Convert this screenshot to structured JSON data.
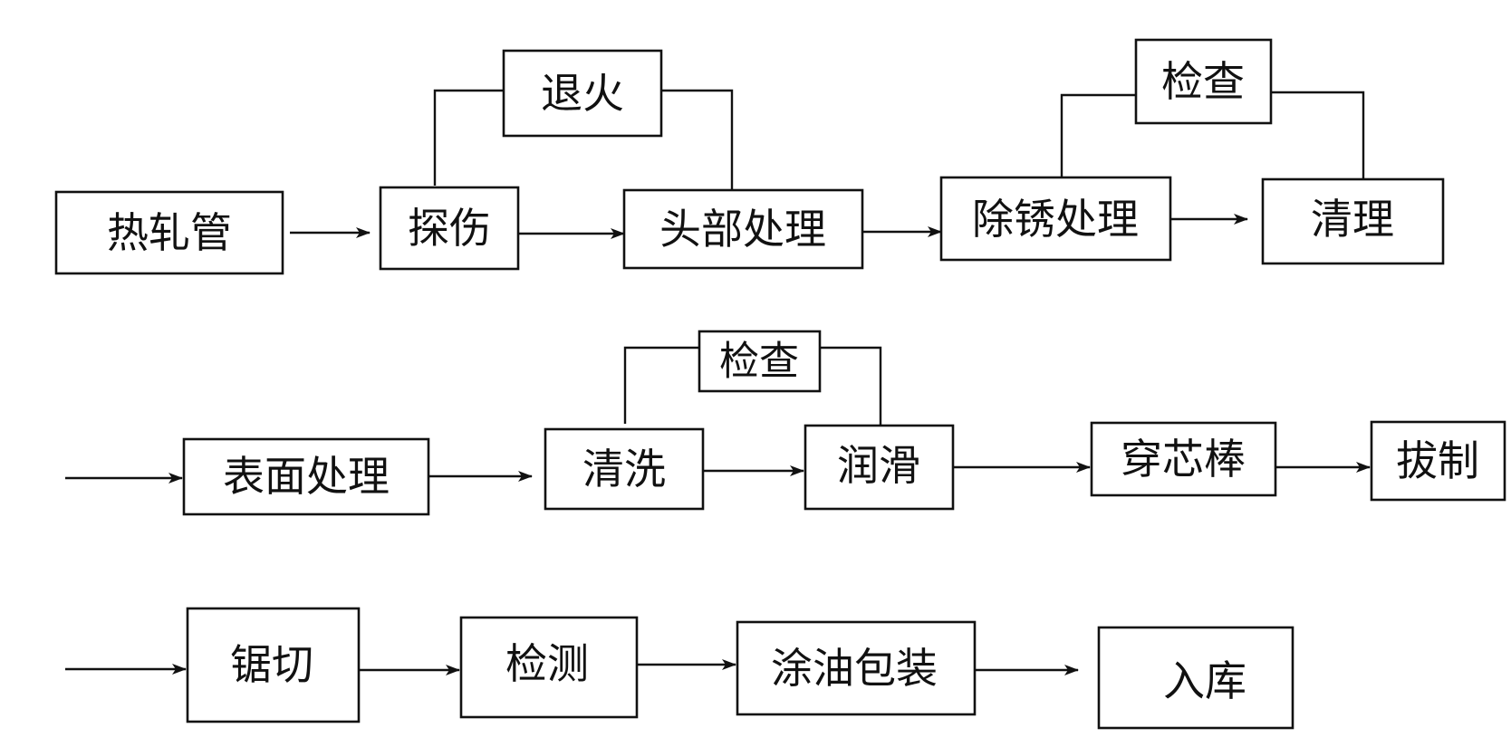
{
  "flowchart": {
    "row1": {
      "hot_rolled_tube": "热轧管",
      "flaw_detection": "探伤",
      "annealing": "退火",
      "head_treatment": "头部处理",
      "rust_removal": "除锈处理",
      "inspection": "检查",
      "cleaning": "清理"
    },
    "row2": {
      "surface_treatment": "表面处理",
      "washing": "清洗",
      "inspection": "检查",
      "lubrication": "润滑",
      "mandrel_insertion": "穿芯棒",
      "drawing": "拔制"
    },
    "row3": {
      "sawing": "锯切",
      "testing": "检测",
      "oiling_packing": "涂油包装",
      "warehousing": "入库"
    }
  }
}
